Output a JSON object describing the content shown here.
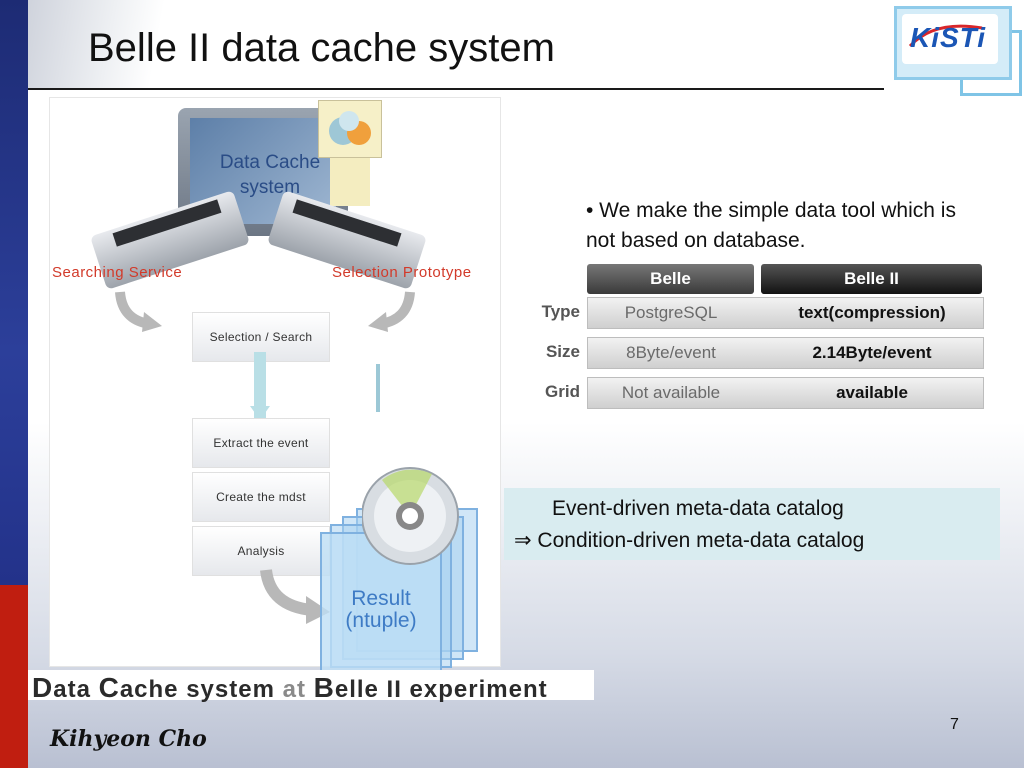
{
  "slide": {
    "title": "Belle II data cache system",
    "page_number": "7",
    "author": "Kihyeon Cho",
    "logo_text": "KiSTi"
  },
  "diagram": {
    "screen_line1": "Data Cache",
    "screen_line2": "system",
    "searching_label": "Searching Service",
    "selection_label": "Selection Prototype",
    "steps": [
      "Selection / Search",
      "Extract the event",
      "Create the mdst",
      "Analysis"
    ],
    "result_line1": "Result",
    "result_line2": "(ntuple)",
    "caption_parts": [
      "D",
      "ata ",
      "C",
      "ache system ",
      "at ",
      "B",
      "elle II experiment"
    ]
  },
  "comparison": {
    "bullet": "• We make the simple data tool which is not based on database.",
    "headers": [
      "Belle",
      "Belle II"
    ],
    "rows": [
      {
        "label": "Type",
        "belle": "PostgreSQL",
        "belle2": "text(compression)"
      },
      {
        "label": "Size",
        "belle": "8Byte/event",
        "belle2": "2.14Byte/event"
      },
      {
        "label": "Grid",
        "belle": "Not available",
        "belle2": "available"
      }
    ]
  },
  "note": {
    "line1": "Event-driven meta-data catalog",
    "line2": "⇒ Condition-driven meta-data catalog"
  },
  "colors": {
    "accent_red": "#c01e10",
    "accent_blue": "#1d2b74",
    "label_red": "#d23a2a",
    "note_bg": "#d9ecf0"
  },
  "icons": [
    "kisti-logo",
    "monitor-icon",
    "document-icon",
    "printer-icon",
    "disc-icon",
    "arrow-icon"
  ]
}
